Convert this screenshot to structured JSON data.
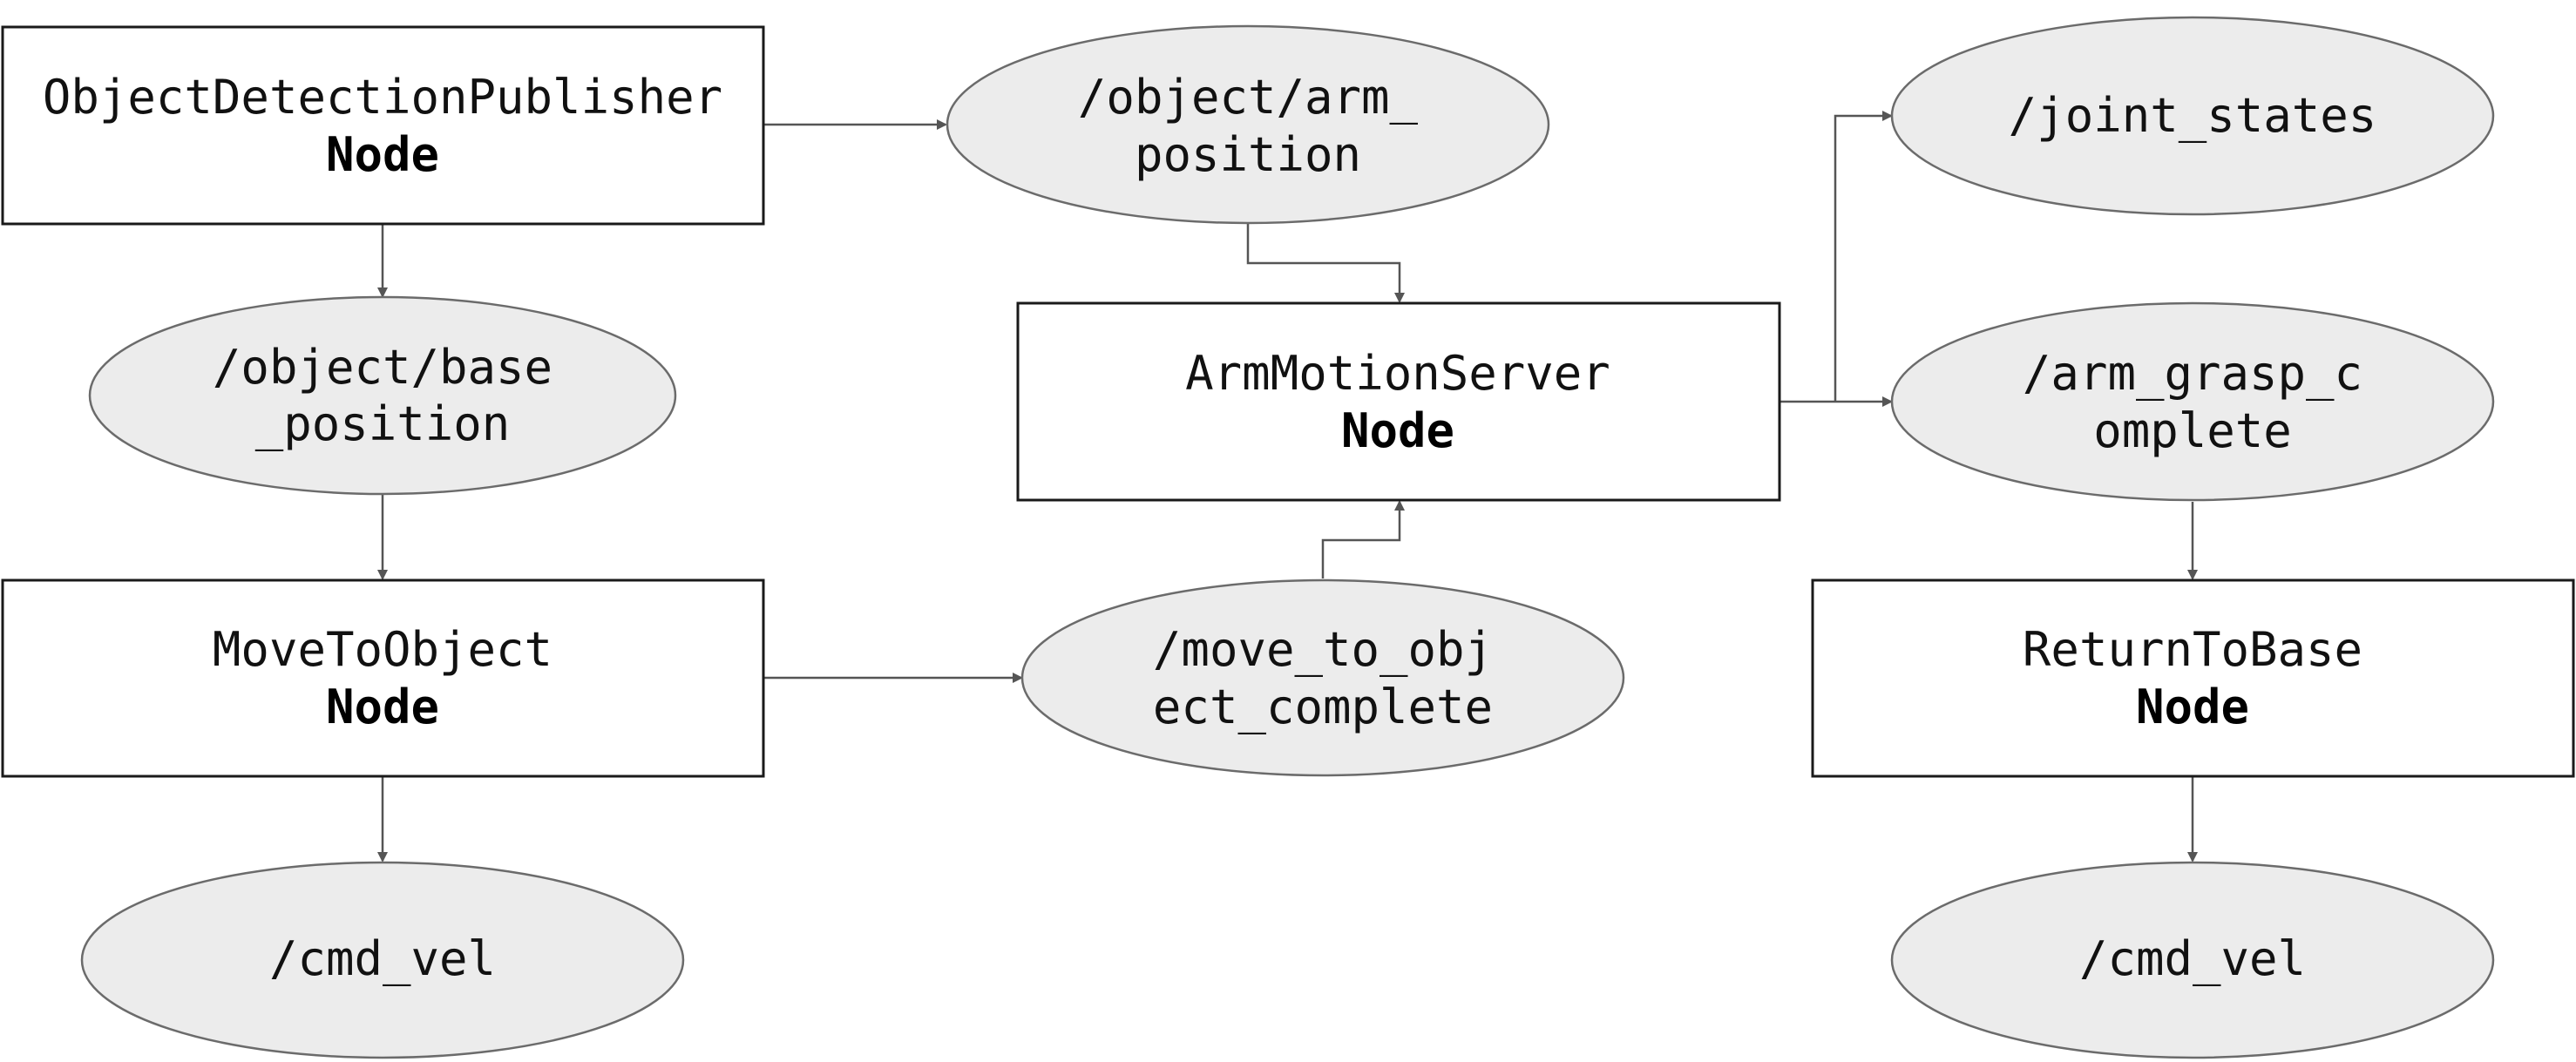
{
  "nodes": {
    "object_detection_publisher": {
      "name": "ObjectDetectionPublisher",
      "kind": "Node"
    },
    "move_to_object": {
      "name": "MoveToObject",
      "kind": "Node"
    },
    "arm_motion_server": {
      "name": "ArmMotionServer",
      "kind": "Node"
    },
    "return_to_base": {
      "name": "ReturnToBase",
      "kind": "Node"
    }
  },
  "topics": {
    "object_arm_position": [
      "/object/arm_",
      "position"
    ],
    "object_base_position": [
      "/object/base",
      "_position"
    ],
    "cmd_vel_left": [
      "/cmd_vel"
    ],
    "move_to_object_complete": [
      "/move_to_obj",
      "ect_complete"
    ],
    "joint_states": [
      "/joint_states"
    ],
    "arm_grasp_complete": [
      "/arm_grasp_c",
      "omplete"
    ],
    "cmd_vel_right": [
      "/cmd_vel"
    ]
  },
  "edges": [
    {
      "from": "ObjectDetectionPublisher",
      "to": "/object/arm_position"
    },
    {
      "from": "ObjectDetectionPublisher",
      "to": "/object/base_position"
    },
    {
      "from": "/object/base_position",
      "to": "MoveToObject"
    },
    {
      "from": "MoveToObject",
      "to": "/cmd_vel"
    },
    {
      "from": "MoveToObject",
      "to": "/move_to_object_complete"
    },
    {
      "from": "/object/arm_position",
      "to": "ArmMotionServer"
    },
    {
      "from": "/move_to_object_complete",
      "to": "ArmMotionServer"
    },
    {
      "from": "ArmMotionServer",
      "to": "/joint_states"
    },
    {
      "from": "ArmMotionServer",
      "to": "/arm_grasp_complete"
    },
    {
      "from": "/arm_grasp_complete",
      "to": "ReturnToBase"
    },
    {
      "from": "ReturnToBase",
      "to": "/cmd_vel"
    }
  ]
}
